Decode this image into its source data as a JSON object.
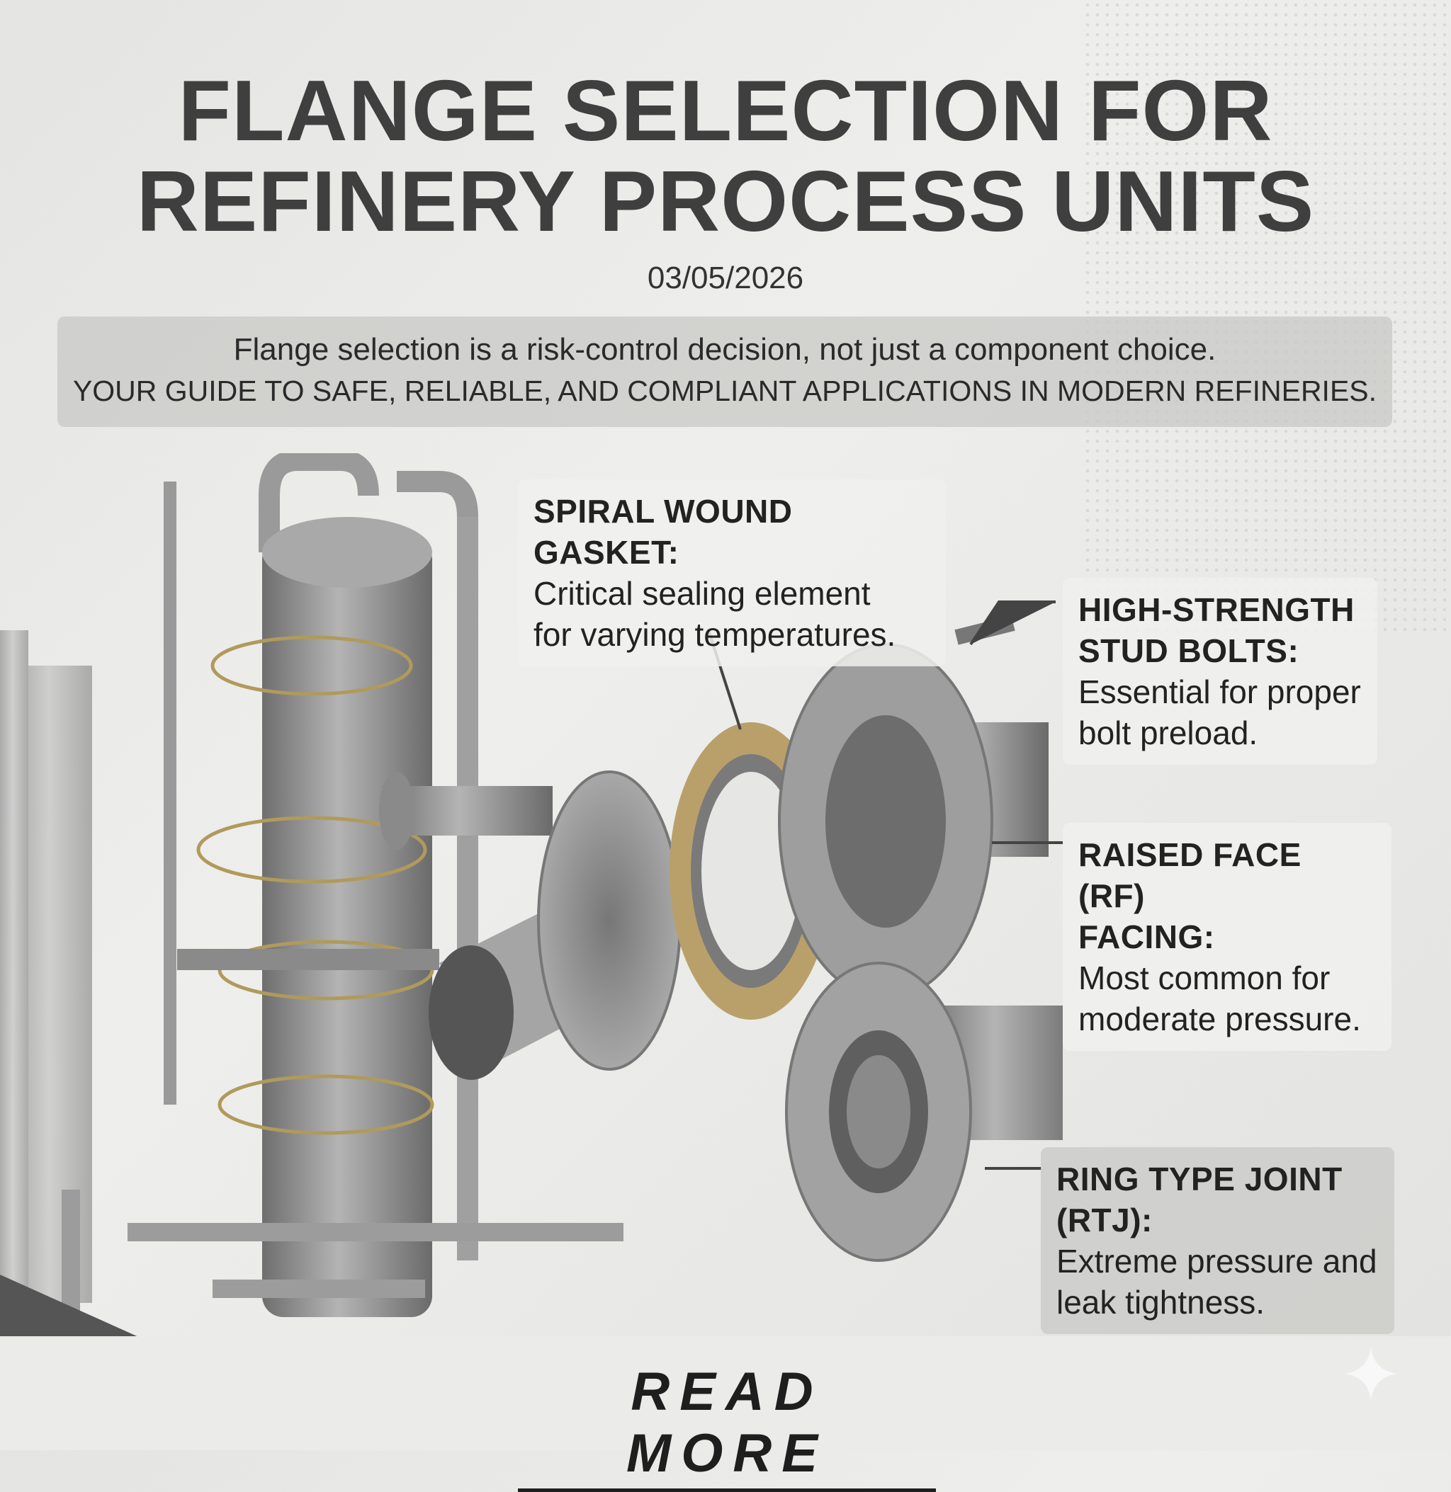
{
  "header": {
    "title_line1": "FLANGE SELECTION FOR",
    "title_line2": "REFINERY PROCESS UNITS",
    "date": "03/05/2026"
  },
  "subtitle": {
    "line1": "Flange selection is a risk-control decision, not just a component choice.",
    "line2": "YOUR GUIDE TO SAFE, RELIABLE, AND COMPLIANT APPLICATIONS IN MODERN REFINERIES."
  },
  "callouts": [
    {
      "title": "SPIRAL WOUND GASKET:",
      "line1": "Critical sealing element",
      "line2": "for varying temperatures."
    },
    {
      "title": "HIGH-STRENGTH",
      "title2": "STUD BOLTS:",
      "line1": "Essential for proper",
      "line2": "bolt preload."
    },
    {
      "title": "RAISED FACE (RF)",
      "title2": "FACING:",
      "line1": "Most common for",
      "line2": "moderate pressure."
    },
    {
      "title": "RING TYPE JOINT (RTJ):",
      "line1": "Extreme pressure and",
      "line2": "leak tightness."
    }
  ],
  "cta": {
    "label": "READ MORE"
  },
  "colors": {
    "steel": "#8e8e8e",
    "gasket": "#b9a06a",
    "text": "#3f3f3f"
  }
}
